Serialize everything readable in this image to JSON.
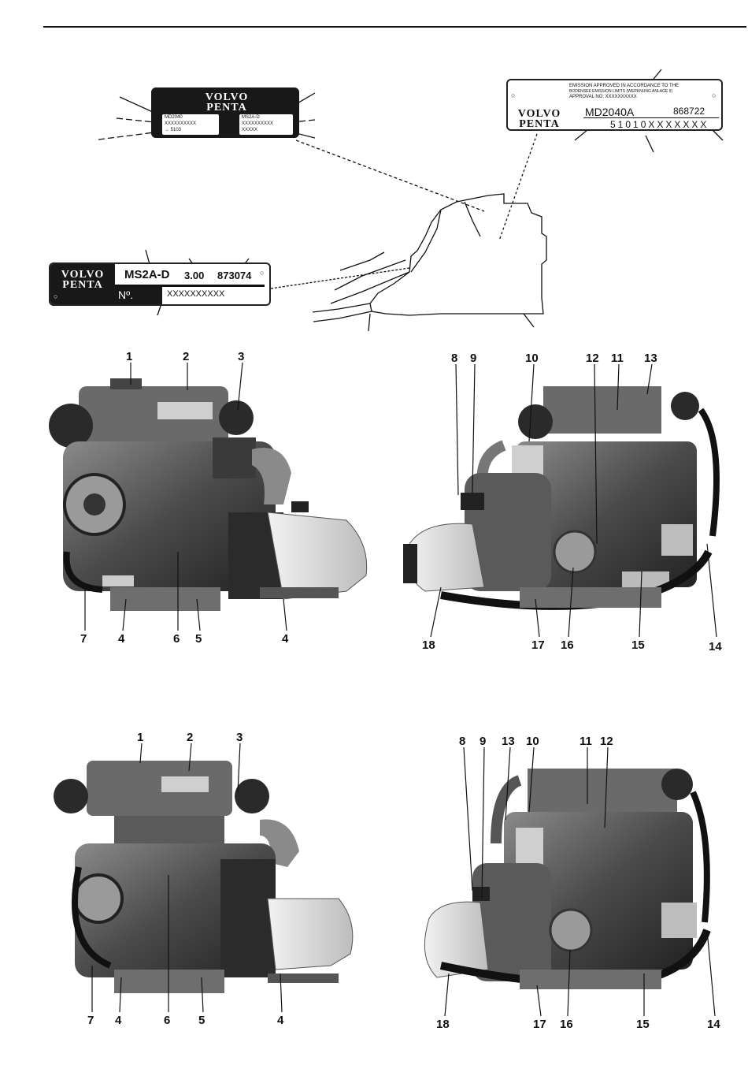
{
  "brand": {
    "line1": "VOLVO",
    "line2": "PENTA"
  },
  "engine_plate_small": {
    "rows_left": [
      "MD2040",
      "XXXXXXXXXX",
      "→ 5103"
    ],
    "rows_right": [
      "MS2A-D",
      "XXXXXXXXXX",
      "XXXXX"
    ]
  },
  "emission_plate": {
    "text_line1": "EMISSION APPROVED IN ACCORDANCE TO THE",
    "text_line2": "BODENSEE EMISSION LIMITS (WERKNUNG ANLAGE II)",
    "text_line3": "APPROVAL NO: XXXXXXXXXX",
    "model": "MD2040A",
    "serial": "868722",
    "code": "51010XXXXXXX"
  },
  "gearbox_plate": {
    "model": "MS2A-D",
    "ratio": "3.00",
    "number": "873074",
    "no_label": "Nº.",
    "serial": "XXXXXXXXXX"
  },
  "photo1": {
    "labels": [
      "1",
      "2",
      "3",
      "7",
      "4",
      "6",
      "5",
      "4"
    ]
  },
  "photo2": {
    "labels": [
      "8",
      "9",
      "10",
      "12",
      "11",
      "13",
      "18",
      "17",
      "16",
      "15",
      "14"
    ]
  },
  "photo3": {
    "labels": [
      "1",
      "2",
      "3",
      "7",
      "4",
      "6",
      "5",
      "4"
    ]
  },
  "photo4": {
    "labels": [
      "8",
      "9",
      "13",
      "10",
      "11",
      "12",
      "18",
      "17",
      "16",
      "15",
      "14"
    ]
  }
}
